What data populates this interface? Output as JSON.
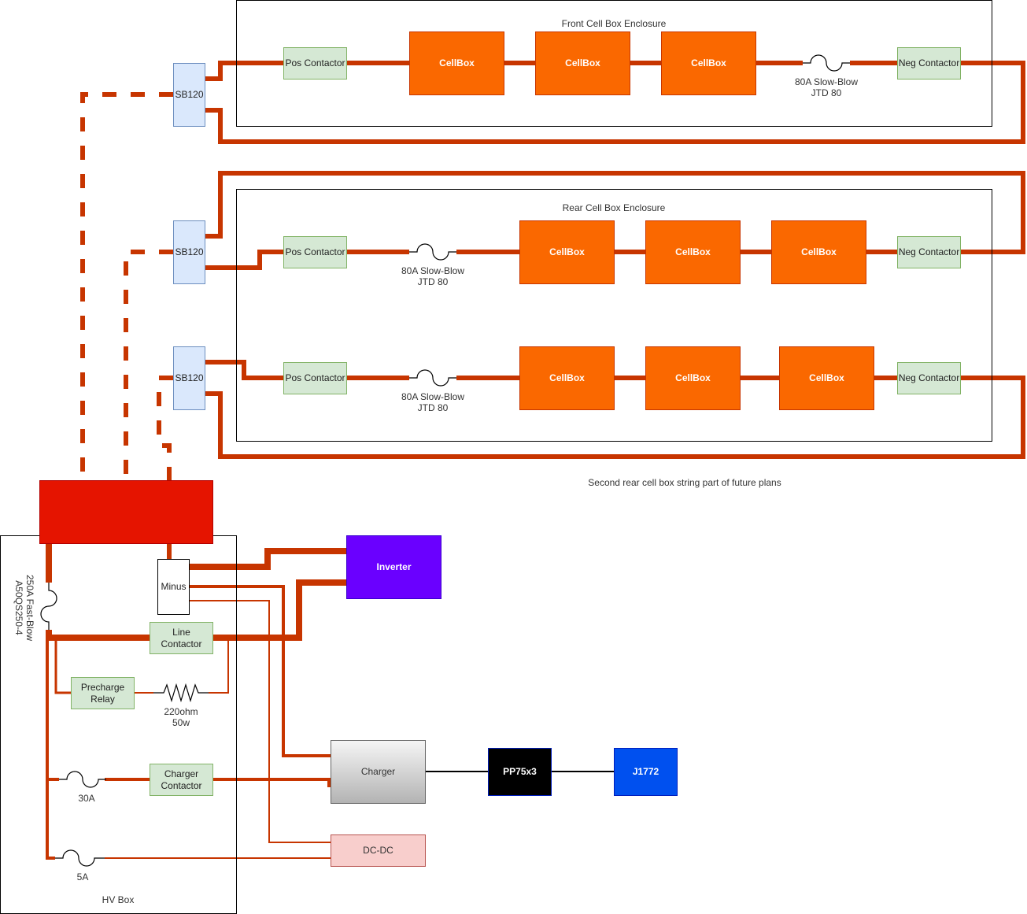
{
  "colors": {
    "wire": "#c73500",
    "cellbox": "#fa6800",
    "contactor": "#d5e8d4",
    "sb120": "#dae8fc",
    "battery_main": "#e51400",
    "inverter": "#6a00ff",
    "pp75": "#000000",
    "j1772": "#0050ef",
    "dcdc": "#f8cecc"
  },
  "front_enclosure": {
    "title": "Front Cell Box Enclosure",
    "pos_contactor": "Pos Contactor",
    "cellboxes": [
      "CellBox",
      "CellBox",
      "CellBox"
    ],
    "fuse_label_line1": "80A Slow-Blow",
    "fuse_label_line2": "JTD 80",
    "neg_contactor": "Neg Contactor",
    "connector": "SB120"
  },
  "rear_enclosure": {
    "title": "Rear Cell Box Enclosure",
    "strings": [
      {
        "connector": "SB120",
        "pos_contactor": "Pos Contactor",
        "fuse_label_line1": "80A Slow-Blow",
        "fuse_label_line2": "JTD 80",
        "cellboxes": [
          "CellBox",
          "CellBox",
          "CellBox"
        ],
        "neg_contactor": "Neg Contactor"
      },
      {
        "connector": "SB120",
        "pos_contactor": "Pos Contactor",
        "fuse_label_line1": "80A Slow-Blow",
        "fuse_label_line2": "JTD 80",
        "cellboxes": [
          "CellBox",
          "CellBox",
          "CellBox"
        ],
        "neg_contactor": "Neg Contactor"
      }
    ],
    "note": "Second rear cell box string part of future plans"
  },
  "hv_box": {
    "title": "HV Box",
    "main_fuse_line1": "250A Fast-Blow",
    "main_fuse_line2": "A50QS250-4",
    "minus": "Minus",
    "line_contactor_line1": "Line",
    "line_contactor_line2": "Contactor",
    "precharge_relay_line1": "Precharge",
    "precharge_relay_line2": "Relay",
    "resistor_line1": "220ohm",
    "resistor_line2": "50w",
    "charger_fuse": "30A",
    "charger_contactor_line1": "Charger",
    "charger_contactor_line2": "Contactor",
    "dcdc_fuse": "5A"
  },
  "external": {
    "inverter": "Inverter",
    "charger": "Charger",
    "pp75": "PP75x3",
    "j1772": "J1772",
    "dcdc": "DC-DC"
  }
}
